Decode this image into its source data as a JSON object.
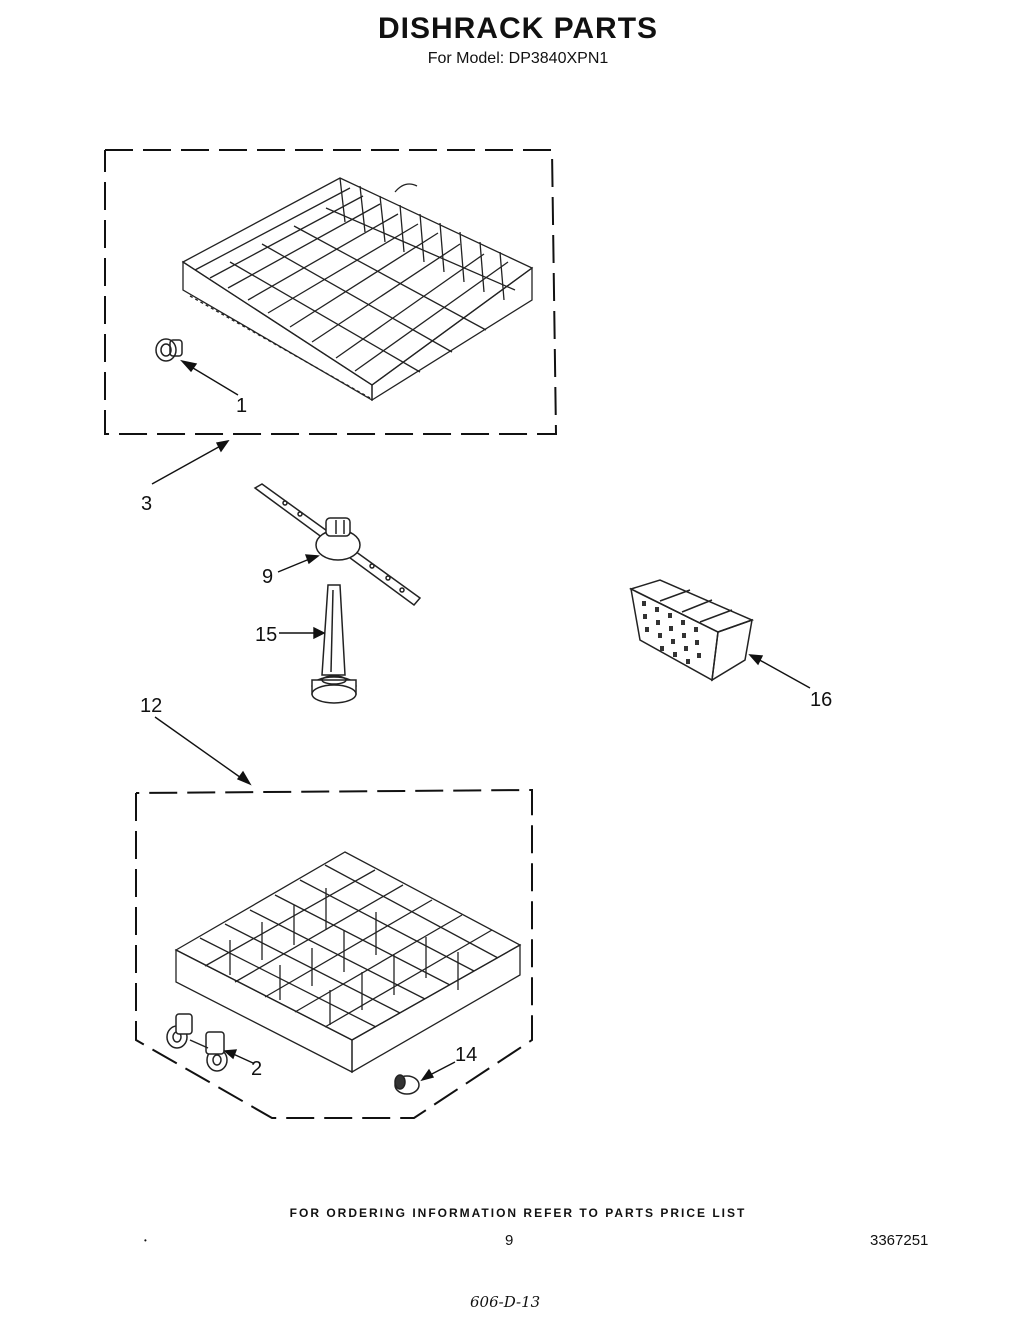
{
  "header": {
    "title": "DISHRACK PARTS",
    "subtitle": "For Model: DP3840XPN1"
  },
  "callouts": {
    "c1": "1",
    "c2": "2",
    "c3": "3",
    "c9": "9",
    "c12": "12",
    "c14": "14",
    "c15": "15",
    "c16": "16"
  },
  "footer": {
    "ordering_note": "FOR ORDERING INFORMATION REFER TO PARTS PRICE LIST",
    "page_number": "9",
    "doc_number": "3367251",
    "bullet": "•",
    "handwritten_note": "606-D-13"
  }
}
